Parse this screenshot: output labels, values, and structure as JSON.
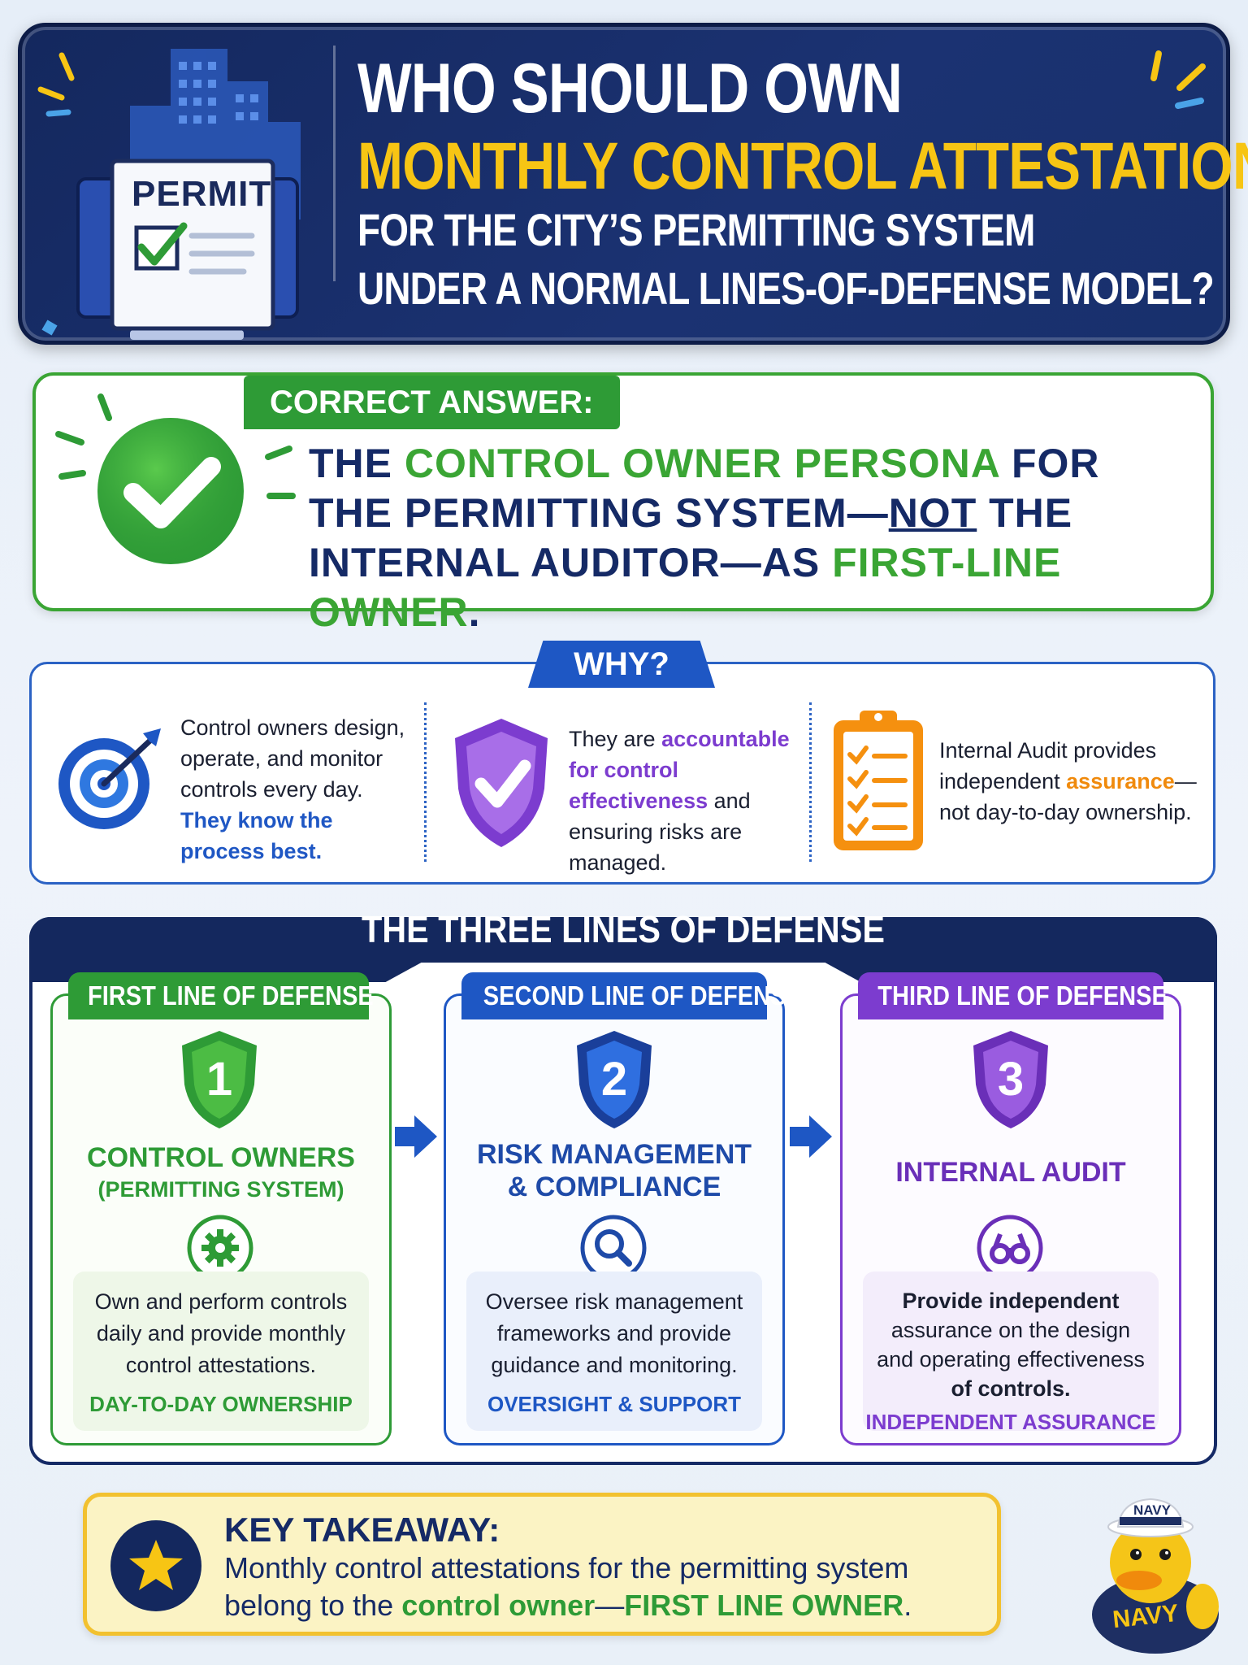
{
  "header": {
    "title_line1": "WHO SHOULD OWN",
    "title_line2": "MONTHLY CONTROL ATTESTATIONS",
    "title_line3": "FOR THE CITY’S PERMITTING SYSTEM",
    "title_line4": "UNDER A NORMAL LINES-OF-DEFENSE MODEL?",
    "permit_label": "PERMIT"
  },
  "answer": {
    "tab_label": "CORRECT ANSWER:",
    "part1": "THE ",
    "part2": "CONTROL OWNER PERSONA",
    "part3": " FOR THE PERMITTING SYSTEM—",
    "part4": "NOT",
    "part5": " THE INTERNAL AUDITOR—AS ",
    "part6": "FIRST-LINE OWNER",
    "part7": "."
  },
  "why": {
    "tab_label": "WHY?",
    "item1_text": "Control owners design, operate, and monitor controls every day. ",
    "item1_highlight": "They know the process best.",
    "item2_pre": "They are ",
    "item2_highlight": "accountable for control effectiveness",
    "item2_post": " and ensuring risks are managed.",
    "item3_pre": "Internal Audit provides independent ",
    "item3_highlight": "assurance",
    "item3_post": "—not day-to-day ownership."
  },
  "lines": {
    "title": "THE THREE LINES OF DEFENSE",
    "columns": [
      {
        "tab": "FIRST LINE OF DEFENSE",
        "number": "1",
        "heading1": "CONTROL OWNERS",
        "heading2": "(PERMITTING SYSTEM)",
        "description": "Own and perform controls daily and provide monthly control attestations.",
        "footer": "DAY-TO-DAY OWNERSHIP",
        "icon": "gear-icon",
        "color": "#2e9b36"
      },
      {
        "tab": "SECOND LINE OF DEFENSE",
        "number": "2",
        "heading1": "RISK MANAGEMENT",
        "heading2": "& COMPLIANCE",
        "description": "Oversee risk management frameworks and provide guidance and monitoring.",
        "footer": "OVERSIGHT & SUPPORT",
        "icon": "magnifier-icon",
        "color": "#1e57c4"
      },
      {
        "tab": "THIRD LINE OF DEFENSE",
        "number": "3",
        "heading1": "INTERNAL AUDIT",
        "heading2": "",
        "description_bold1": "Provide independent",
        "description_mid": "assurance on the design and operating effectiveness",
        "description_bold2": "of controls.",
        "footer": "INDEPENDENT ASSURANCE",
        "icon": "binoculars-icon",
        "color": "#7c3ccf"
      }
    ]
  },
  "takeaway": {
    "heading": "KEY TAKEAWAY:",
    "body_pre": "Monthly control attestations for the permitting system belong to the ",
    "body_highlight1": "control owner",
    "body_dash": "—",
    "body_highlight2": "FIRST LINE OWNER",
    "body_end": ".",
    "mascot_hat": "NAVY",
    "mascot_shirt": "NAVY"
  },
  "colors": {
    "navy": "#14285e",
    "gold": "#f7c514",
    "green": "#2e9b36",
    "blue": "#1e57c4",
    "purple": "#7c3ccf",
    "orange": "#f08a0c"
  }
}
